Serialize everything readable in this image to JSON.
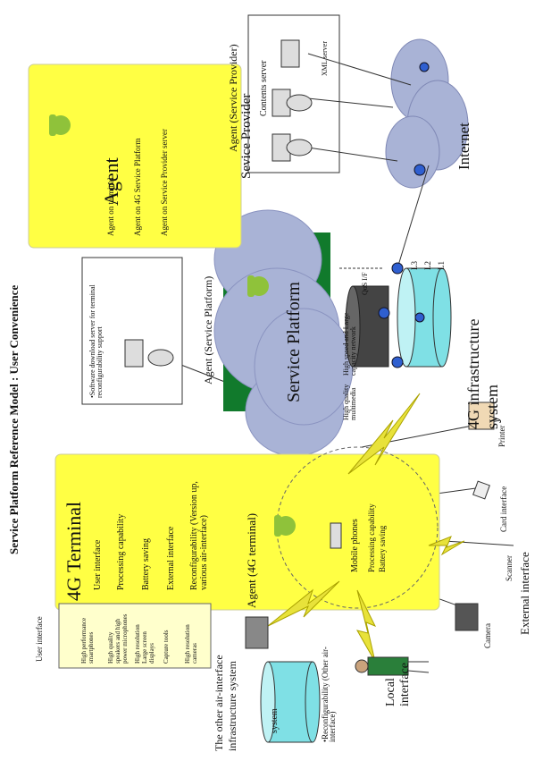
{
  "title": "Service Platform Reference Model : User Convenience",
  "agent_box": {
    "title": "Agent",
    "items": [
      "Agent on terminal",
      "Agent on 4G Service Platform",
      "Agent on Service Provider server"
    ]
  },
  "service_provider": {
    "agent_label": "Agent (Service Provider)",
    "heading": "Sevice Provider",
    "contents_server": "Contents server",
    "xml_server": "XML server"
  },
  "internet": "Internet",
  "service_platform": {
    "label": "Service Platform",
    "agent_label": "Agent (Service Platform)",
    "download_server": "•Software download server for terminal reconfigurability support"
  },
  "infrastructure": {
    "title": "4G infrastructure system",
    "qos": "QoS I/F",
    "layers": [
      "L3",
      "L2",
      "L1"
    ],
    "hs_network": "High speed and Large capacity network",
    "hq_multimedia": "High quality multimedia"
  },
  "terminal": {
    "title": "4G Terminal",
    "items": [
      "User interface",
      "Processing capability",
      "Battery saving",
      "External interface",
      "Reconfigurability (Version up, various air-interface)"
    ],
    "agent_label": "Agent (4G terminal)",
    "mobile": "Mobile phones",
    "mobile_items": [
      "Processing capability",
      "Battery saving"
    ]
  },
  "user_interface": {
    "label": "User interface",
    "items": [
      "High performance smartphones",
      "High quality speakers and high power microphones",
      "High resolution Large screen displays",
      "Capture tools",
      "High resolution cameras"
    ]
  },
  "external": {
    "label": "External interface",
    "printer": "Printer",
    "card": "Card interface",
    "scanner": "Scanner",
    "camera": "Camera"
  },
  "local_interface": "Local interface",
  "other_air": {
    "label": "The other air-interface infrastructure system",
    "reconfig": "•Reconfigurability (Other air-interface)",
    "system": "system"
  },
  "colors": {
    "yellow": "#ffff44",
    "green": "#8fc23a",
    "cloud": "#a9b3d6",
    "dark_green": "#117a2c",
    "lightning": "#e8e23a"
  }
}
